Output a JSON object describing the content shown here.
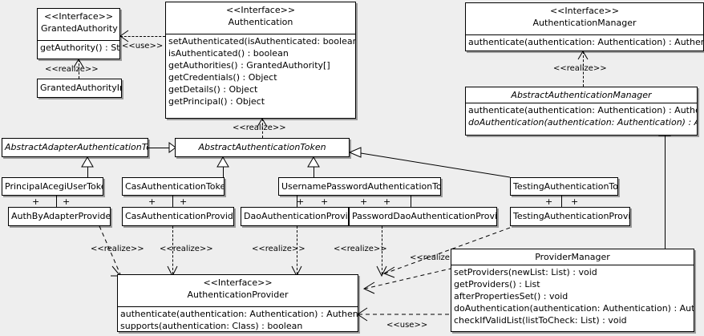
{
  "diagram": {
    "type": "uml-class-diagram",
    "background": "#eeeeee",
    "stereotype_interface": "<<Interface>>",
    "edge_labels": {
      "realize": "<<realize>>",
      "use": "<<use>>"
    }
  },
  "classes": {
    "granted_authority": {
      "stereotype": "<<Interface>>",
      "name": "GrantedAuthority",
      "members": [
        "getAuthority() : String"
      ]
    },
    "granted_authority_impl": {
      "name": "GrantedAuthorityImpl"
    },
    "authentication": {
      "stereotype": "<<Interface>>",
      "name": "Authentication",
      "members": [
        "setAuthenticated(isAuthenticated: boolean) : void",
        "isAuthenticated() : boolean",
        "getAuthorities() : GrantedAuthority[]",
        "getCredentials() : Object",
        "getDetails() : Object",
        "getPrincipal() : Object"
      ]
    },
    "authentication_manager": {
      "stereotype": "<<Interface>>",
      "name": "AuthenticationManager",
      "members": [
        "authenticate(authentication: Authentication) : Authentication"
      ]
    },
    "abstract_authentication_manager": {
      "name": "AbstractAuthenticationManager",
      "members": [
        "authenticate(authentication: Authentication) : Authentication",
        "doAuthentication(authentication: Authentication) : Authentication"
      ]
    },
    "abstract_adapter_authentication_token": {
      "name": "AbstractAdapterAuthenticationToken"
    },
    "abstract_authentication_token": {
      "name": "AbstractAuthenticationToken"
    },
    "principal_acegi_user_token": {
      "name": "PrincipalAcegiUserToken"
    },
    "cas_authentication_token": {
      "name": "CasAuthenticationToken"
    },
    "username_password_authentication_token": {
      "name": "UsernamePasswordAuthenticationToken"
    },
    "testing_authentication_token": {
      "name": "TestingAuthenticationToken"
    },
    "auth_by_adapter_provider": {
      "name": "AuthByAdapterProvider"
    },
    "cas_authentication_provider": {
      "name": "CasAuthenticationProvider"
    },
    "dao_authentication_provider": {
      "name": "DaoAuthenticationProvider"
    },
    "password_dao_authentication_provider": {
      "name": "PasswordDaoAuthenticationProvider"
    },
    "testing_authentication_provider": {
      "name": "TestingAuthenticationProvider"
    },
    "authentication_provider": {
      "stereotype": "<<Interface>>",
      "name": "AuthenticationProvider",
      "members": [
        "authenticate(authentication: Authentication) : Authentication",
        "supports(authentication: Class) : boolean"
      ]
    },
    "provider_manager": {
      "name": "ProviderManager",
      "members": [
        "setProviders(newList: List) : void",
        "getProviders() : List",
        "afterPropertiesSet() : void",
        "doAuthentication(authentication: Authentication) : Authentication",
        "checkIfValidList(listToCheck: List) : void"
      ]
    }
  },
  "association_markers": {
    "plus": "+"
  }
}
